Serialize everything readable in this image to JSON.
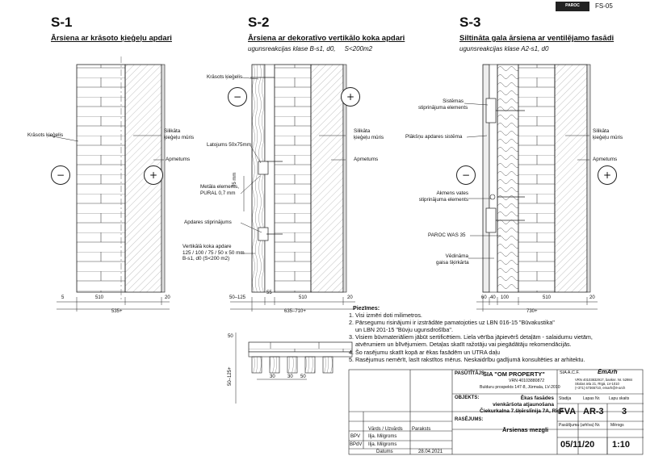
{
  "sheet_id": "FS-05",
  "brand_logo": "PAROC",
  "sections": [
    {
      "code": "S-1",
      "title": "Ārsiena ar krāsoto ķieģeļu apdari",
      "subtitle": ""
    },
    {
      "code": "S-2",
      "title": "Ārsiena ar dekoratīvo vertikālo koka apdari",
      "subtitle": "ugunsreakcijas klase B-s1, d0,     S<200m2"
    },
    {
      "code": "S-3",
      "title": "Siltināta gala ārsiena ar ventilējamo fasādi",
      "subtitle": "ugunsreakcijas klase A2-s1, d0"
    }
  ],
  "symbols": {
    "minus": "−",
    "plus": "+"
  },
  "labels": {
    "s1_painted_brick": "Krāsots ķieģelis",
    "s1_silicate_wall": "Silikāta\nķieģeļu mūris",
    "s1_plaster": "Apmetums",
    "s2_painted_brick": "Krāsots ķieģelis",
    "s2_batten": "Latojums 50x75mm",
    "s2_metal": "Metāla elements,\nPURAL 0,7 mm",
    "s2_finish_fixing": "Apdares stiprinājums",
    "s2_vertical_wood": "Vertikālā koka apdare\n125 / 100 / 75 / 50 x 50 mm\nB-s1, d0 (S<200 m2)",
    "s2_silicate_wall": "Silikāta\nķieģeļu mūris",
    "s2_plaster": "Apmetums",
    "s3_system_fixing": "Sistēmas\nstiprinājuma elements",
    "s3_panel_system": "Plākšņu apdares sistēma",
    "s3_stone_wool_fixing": "Akmens vates\nstiprinājuma elements",
    "s3_paroc": "PAROC WAS 35",
    "s3_wind_barrier": "Vēdināma\ngaisa šķirkārta",
    "s3_silicate_wall": "Silikāta\nķieģeļu mūris",
    "s3_plaster": "Apmetums"
  },
  "dims": {
    "s1_a": "5",
    "s1_b": "510",
    "s1_c": "20",
    "s1_total": "535+",
    "s2_a": "50–125",
    "s2_b": "55",
    "s2_c": "510",
    "s2_d": "20",
    "s2_total": "635–710+",
    "s2_vert": "75 mm",
    "s3_a": "60",
    "s3_b": "40",
    "s3_c": "100",
    "s3_d": "510",
    "s3_e": "20",
    "s3_total": "730+",
    "det_a": "50",
    "det_b": "50–125+",
    "det_c": "30",
    "det_d": "30",
    "det_e": "50"
  },
  "notes": {
    "title": "Piezīmes:",
    "items": [
      "1. Visi izmēri doti milimetros.",
      "2. Pārsegumu risinājumi ir izstrādāte pamatojoties uz LBN 016-15 \"Būvakustika\"",
      "    un LBN 201-15 \"Būvju ugunsdrošība\".",
      "3. Visiem būvmateriāliem jābūt sertificētiem. Liela vērība jāpievērš detaļām - salaidumu vietām,",
      "    atvērumiem un blīvējumiem. Detaļas skatīt ražotāju vai piegādātāju rekomendācijās.",
      "4. Šo rasējumu skatīt kopā ar ēkas fasādēm un UTRA daļu",
      "5. Rasējumus nemērīt, lasīt rakstītos mērus. Neskaidrību gadījumā konsultēties ar arhitektu."
    ]
  },
  "title_block": {
    "client_label": "PASŪTĪTĀJS:",
    "client_name": "SIA \"OM PROPERTY\"",
    "client_reg": "VRN 40103880872",
    "client_addr": "Bulduru prospekts 147-8, Jūrmala, LV-2010",
    "company": "SIA A.C.F.",
    "company_logo": "ĒmArh",
    "company_info": "VRN 40103832917, banknr. Nr. 52984\nSkolas iela 21, Rīgā, LV-1010\n(+371) 67365710, emarh@ē-arch",
    "object_label": "OBJEKTS:",
    "object_name": "Ēkas fasādes\nvienkāršota atjaunošana\nČiekurkalna 7.šķērslīnija 7A, Rīgā",
    "drawing_label": "RASĒJUMS:",
    "drawing_name": "Ārsienas mezgli",
    "stage_label": "Stadija",
    "stage": "FVA",
    "sheet_label": "Lapas Nr.",
    "sheet": "AR-3",
    "sheets_label": "Lapu skaits",
    "sheets": "3",
    "date_label": "Pasūtījuma (arhīva) Nr.",
    "date": "05/11/20",
    "scale_label": "Mērogs",
    "scale": "1:10",
    "col_name": "Vārds / Uzvārds",
    "col_sign": "Paraksts",
    "row1_role": "BPV",
    "row1_name": "Ilja. Milgroms",
    "row2_role": "BPdV",
    "row2_name": "Ilja. Milgroms",
    "datum_label": "Datums",
    "datum": "28.04.2021"
  }
}
